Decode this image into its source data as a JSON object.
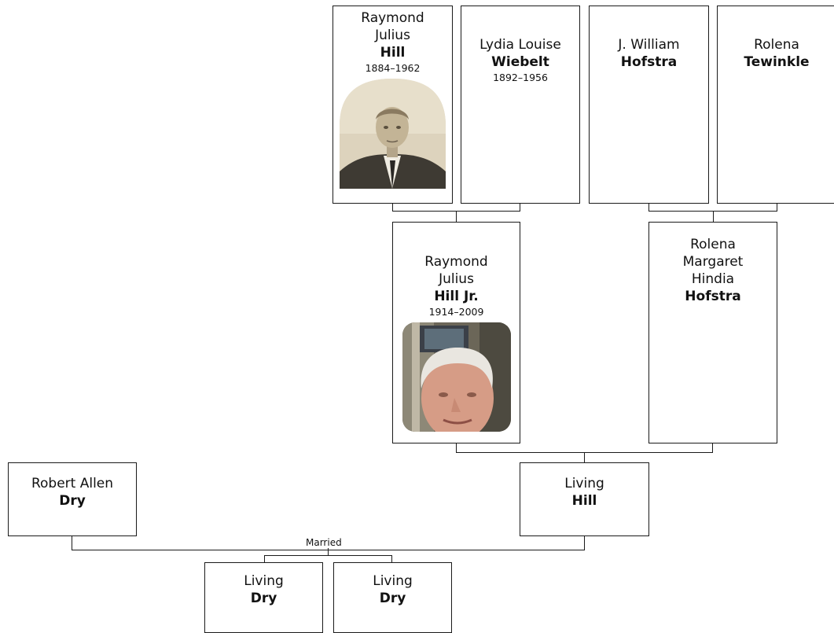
{
  "people": {
    "raymond_sr": {
      "given": "Raymond Julius",
      "surname": "Hill",
      "years": "1884–1962"
    },
    "lydia": {
      "given": "Lydia Louise",
      "surname": "Wiebelt",
      "years": "1892–1956"
    },
    "william": {
      "given": "J. William",
      "surname": "Hofstra",
      "years": ""
    },
    "rolena_t": {
      "given": "Rolena",
      "surname": "Tewinkle",
      "years": ""
    },
    "raymond_jr": {
      "given": "Raymond Julius",
      "surname": "Hill Jr.",
      "years": "1914–2009"
    },
    "rolena_h": {
      "given": "Rolena Margaret Hindia",
      "surname": "Hofstra",
      "years": ""
    },
    "robert": {
      "given": "Robert Allen",
      "surname": "Dry",
      "years": ""
    },
    "living_hill": {
      "given": "Living",
      "surname": "Hill",
      "years": ""
    },
    "child1": {
      "given": "Living",
      "surname": "Dry",
      "years": ""
    },
    "child2": {
      "given": "Living",
      "surname": "Dry",
      "years": ""
    }
  },
  "relations": {
    "married_label": "Married"
  },
  "colors": {
    "border": "#1a1a1a",
    "background": "#ffffff",
    "text": "#111111"
  }
}
